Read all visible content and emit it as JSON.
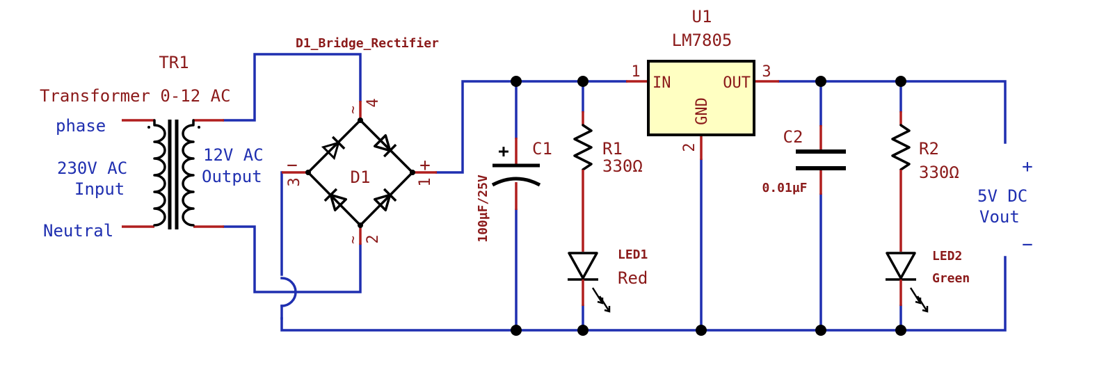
{
  "transformer": {
    "ref": "TR1",
    "value": "Transformer 0-12 AC",
    "primary_top": "phase",
    "primary_label_1": "230V AC",
    "primary_label_2": "Input",
    "primary_bottom": "Neutral",
    "secondary_label_1": "12V AC",
    "secondary_label_2": "Output"
  },
  "bridge": {
    "value": "D1_Bridge_Rectifier",
    "ref": "D1",
    "pin_top": "4",
    "pin_bottom": "2",
    "pin_left": "3",
    "pin_right": "1",
    "ac_mark": "~",
    "minus": "−",
    "plus": "+"
  },
  "c1": {
    "ref": "C1",
    "value": "100µF/25V",
    "polarity": "+"
  },
  "r1": {
    "ref": "R1",
    "value": "330Ω"
  },
  "led1": {
    "ref": "LED1",
    "value": "Red"
  },
  "regulator": {
    "ref": "U1",
    "value": "LM7805",
    "pin_in_num": "1",
    "pin_in": "IN",
    "pin_out_num": "3",
    "pin_out": "OUT",
    "pin_gnd_num": "2",
    "pin_gnd": "GND"
  },
  "c2": {
    "ref": "C2",
    "value": "0.01µF"
  },
  "r2": {
    "ref": "R2",
    "value": "330Ω"
  },
  "led2": {
    "ref": "LED2",
    "value": "Green"
  },
  "output": {
    "plus": "+",
    "label_1": "5V DC",
    "label_2": "Vout",
    "minus": "−"
  }
}
